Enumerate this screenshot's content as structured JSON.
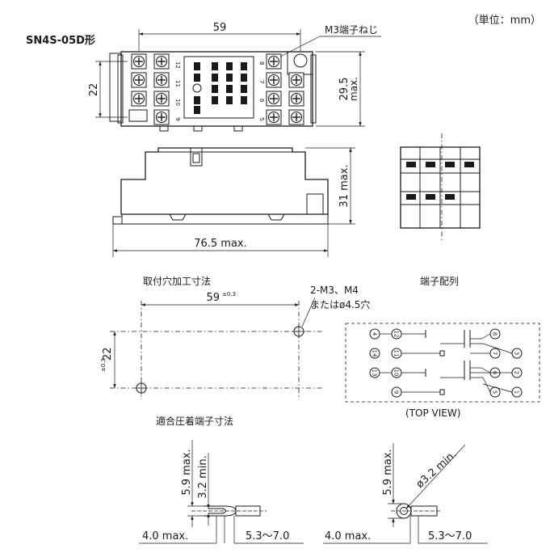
{
  "header": {
    "unit": "（単位：mm）",
    "model": "SN4S-05D形"
  },
  "top_view": {
    "dim_width": "59",
    "screw_label": "M3端子ねじ",
    "dim_pitch": "22",
    "dim_height": "29.5",
    "dim_height_suffix": "max.",
    "terminal_numbers": [
      "12",
      "11",
      "10",
      "9",
      "8",
      "7",
      "6",
      "5"
    ]
  },
  "side_view": {
    "dim_height": "31 max.",
    "dim_length": "76.5 max."
  },
  "mounting": {
    "title": "取付穴加工寸法",
    "dim_width": "59",
    "dim_width_tol": "±0.3",
    "dim_height": "22",
    "dim_height_tol": "±0.3",
    "hole_label_1": "2-M3、M4",
    "hole_label_2": "またはø4.5穴"
  },
  "terminal_arrangement": {
    "title": "端子配列",
    "caption": "(TOP VIEW)",
    "numbers": [
      "4",
      "12",
      "8",
      "14",
      "11",
      "7",
      "3",
      "13",
      "10",
      "6",
      "2",
      "9",
      "5",
      "1"
    ]
  },
  "crimp": {
    "title": "適合圧着端子寸法",
    "left": {
      "dim_a": "5.9 max.",
      "dim_b": "3.2 min.",
      "dim_c": "4.0 max.",
      "dim_d": "5.3～7.0"
    },
    "right": {
      "dim_a": "5.9 max.",
      "dim_b": "ø3.2 min.",
      "dim_c": "4.0 max.",
      "dim_d": "5.3～7.0"
    }
  }
}
